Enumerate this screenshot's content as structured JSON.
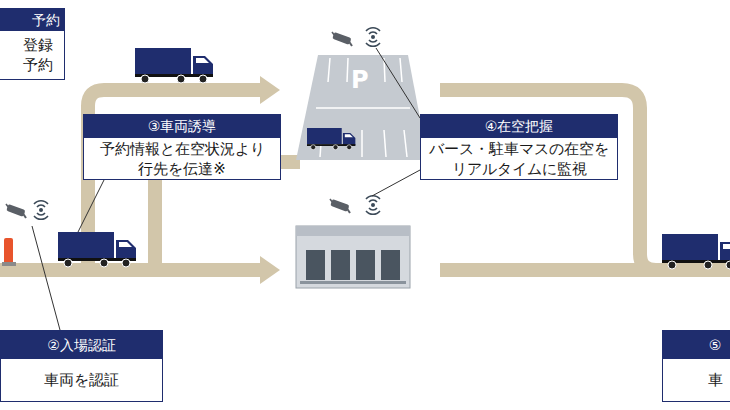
{
  "diagram": {
    "nodes": [
      {
        "text": [
          "予約",
          "登録 予約"
        ]
      },
      {
        "text": [
          "③車両誘導",
          "予約情報と在空状況より 行先を伝達※"
        ]
      },
      {
        "text": [
          "④在空把握",
          "バース・駐車マスの在空を リアルタイムに監視"
        ]
      },
      {
        "text": [
          "②入場認証",
          "車両を認証"
        ]
      },
      {
        "text": [
          "⑤",
          "車"
        ]
      }
    ],
    "labels": [
      "P"
    ]
  }
}
